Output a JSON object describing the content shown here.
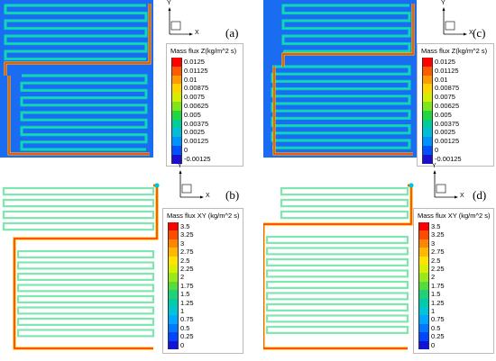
{
  "panels": [
    {
      "id": "a",
      "label": "(a)",
      "field": "z",
      "layout": "long-first",
      "axis": {
        "y": "Y",
        "x": "X"
      },
      "legend": {
        "title": "Mass flux Z(kg/m^2 s)",
        "ticks": [
          "0.0125",
          "0.01125",
          "0.01",
          "0.00875",
          "0.0075",
          "0.00625",
          "0.005",
          "0.00375",
          "0.0025",
          "0.00125",
          "0",
          "-0.00125"
        ],
        "colors": [
          "#ff0000",
          "#ff5a00",
          "#ff9b00",
          "#ffd200",
          "#d4ee00",
          "#7fe61a",
          "#22d640",
          "#00cc9a",
          "#00bdd8",
          "#0093ff",
          "#0050ff",
          "#1a0fd0"
        ]
      }
    },
    {
      "id": "c",
      "label": "(c)",
      "field": "z",
      "layout": "short-first",
      "axis": {
        "y": "Y",
        "x": "X"
      },
      "legend": {
        "title": "Mass flux Z(kg/m^2 s)",
        "ticks": [
          "0.0125",
          "0.01125",
          "0.01",
          "0.00875",
          "0.0075",
          "0.00625",
          "0.005",
          "0.00375",
          "0.0025",
          "0.00125",
          "0",
          "-0.00125"
        ],
        "colors": [
          "#ff0000",
          "#ff5a00",
          "#ff9b00",
          "#ffd200",
          "#d4ee00",
          "#7fe61a",
          "#22d640",
          "#00cc9a",
          "#00bdd8",
          "#0093ff",
          "#0050ff",
          "#1a0fd0"
        ]
      }
    },
    {
      "id": "b",
      "label": "(b)",
      "field": "xy",
      "layout": "long-first",
      "axis": {
        "y": "Y",
        "x": "X"
      },
      "legend": {
        "title": "Mass flux XY (kg/m^2 s)",
        "ticks": [
          "3.5",
          "3.25",
          "3",
          "2.75",
          "2.5",
          "2.25",
          "2",
          "1.75",
          "1.5",
          "1.25",
          "1",
          "0.75",
          "0.5",
          "0.25",
          "0"
        ],
        "colors": [
          "#ff0000",
          "#ff4a00",
          "#ff8400",
          "#ffb800",
          "#ffe400",
          "#d9f000",
          "#9ae71a",
          "#55dc3c",
          "#1fd278",
          "#00ccaa",
          "#00c4d8",
          "#00a6ff",
          "#0078ff",
          "#0046ff",
          "#1414d8"
        ]
      }
    },
    {
      "id": "d",
      "label": "(d)",
      "field": "xy",
      "layout": "short-first",
      "axis": {
        "y": "Y",
        "x": "X"
      },
      "legend": {
        "title": "Mass flux XY (kg/m^2 s)",
        "ticks": [
          "3.5",
          "3.25",
          "3",
          "2.75",
          "2.5",
          "2.25",
          "2",
          "1.75",
          "1.5",
          "1.25",
          "1",
          "0.75",
          "0.5",
          "0.25",
          "0"
        ],
        "colors": [
          "#ff0000",
          "#ff4a00",
          "#ff8400",
          "#ffb800",
          "#ffe400",
          "#d9f000",
          "#9ae71a",
          "#55dc3c",
          "#1fd278",
          "#00ccaa",
          "#00c4d8",
          "#00a6ff",
          "#0078ff",
          "#0046ff",
          "#1414d8"
        ]
      }
    }
  ]
}
